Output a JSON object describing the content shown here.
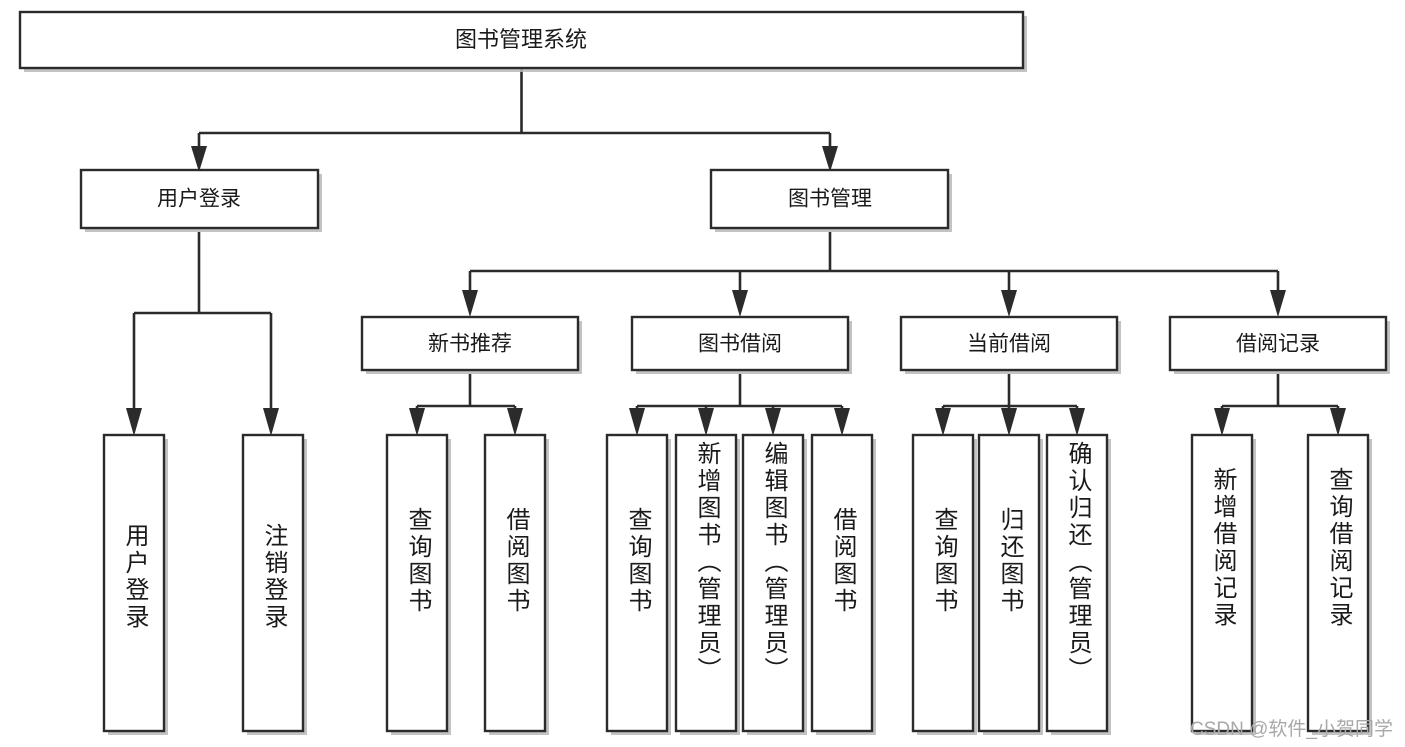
{
  "diagram": {
    "title": "图书管理系统",
    "watermark": "CSDN @软件_小贺同学",
    "type": "tree-hierarchy",
    "orientation": "top-down",
    "colors": {
      "stroke": "#2b2b2b",
      "fill": "#ffffff",
      "text": "#1a1a1a",
      "background": "#ffffff",
      "watermark": "#a8a8a8"
    },
    "root": {
      "label": "图书管理系统",
      "id": "root"
    },
    "level2": [
      {
        "id": "user-login",
        "label": "用户登录"
      },
      {
        "id": "book-manage",
        "label": "图书管理"
      }
    ],
    "level3": [
      {
        "id": "new-book-rec",
        "label": "新书推荐",
        "parent": "book-manage"
      },
      {
        "id": "book-borrow",
        "label": "图书借阅",
        "parent": "book-manage"
      },
      {
        "id": "current-borrow",
        "label": "当前借阅",
        "parent": "book-manage"
      },
      {
        "id": "borrow-record",
        "label": "借阅记录",
        "parent": "book-manage"
      }
    ],
    "leaves": [
      {
        "id": "leaf-user-login",
        "label": "用户登录",
        "parent": "user-login"
      },
      {
        "id": "leaf-logout",
        "label": "注销登录",
        "parent": "user-login"
      },
      {
        "id": "leaf-query-book-1",
        "label": "查询图书",
        "parent": "new-book-rec"
      },
      {
        "id": "leaf-borrow-book-1",
        "label": "借阅图书",
        "parent": "new-book-rec"
      },
      {
        "id": "leaf-query-book-2",
        "label": "查询图书",
        "parent": "book-borrow"
      },
      {
        "id": "leaf-add-book",
        "label": "新增图书（管理员）",
        "parent": "book-borrow"
      },
      {
        "id": "leaf-edit-book",
        "label": "编辑图书（管理员）",
        "parent": "book-borrow"
      },
      {
        "id": "leaf-borrow-book-2",
        "label": "借阅图书",
        "parent": "book-borrow"
      },
      {
        "id": "leaf-query-book-3",
        "label": "查询图书",
        "parent": "current-borrow"
      },
      {
        "id": "leaf-return-book",
        "label": "归还图书",
        "parent": "current-borrow"
      },
      {
        "id": "leaf-confirm-return",
        "label": "确认归还（管理员）",
        "parent": "current-borrow"
      },
      {
        "id": "leaf-add-record",
        "label": "新增借阅记录",
        "parent": "borrow-record"
      },
      {
        "id": "leaf-query-record",
        "label": "查询借阅记录",
        "parent": "borrow-record"
      }
    ]
  }
}
